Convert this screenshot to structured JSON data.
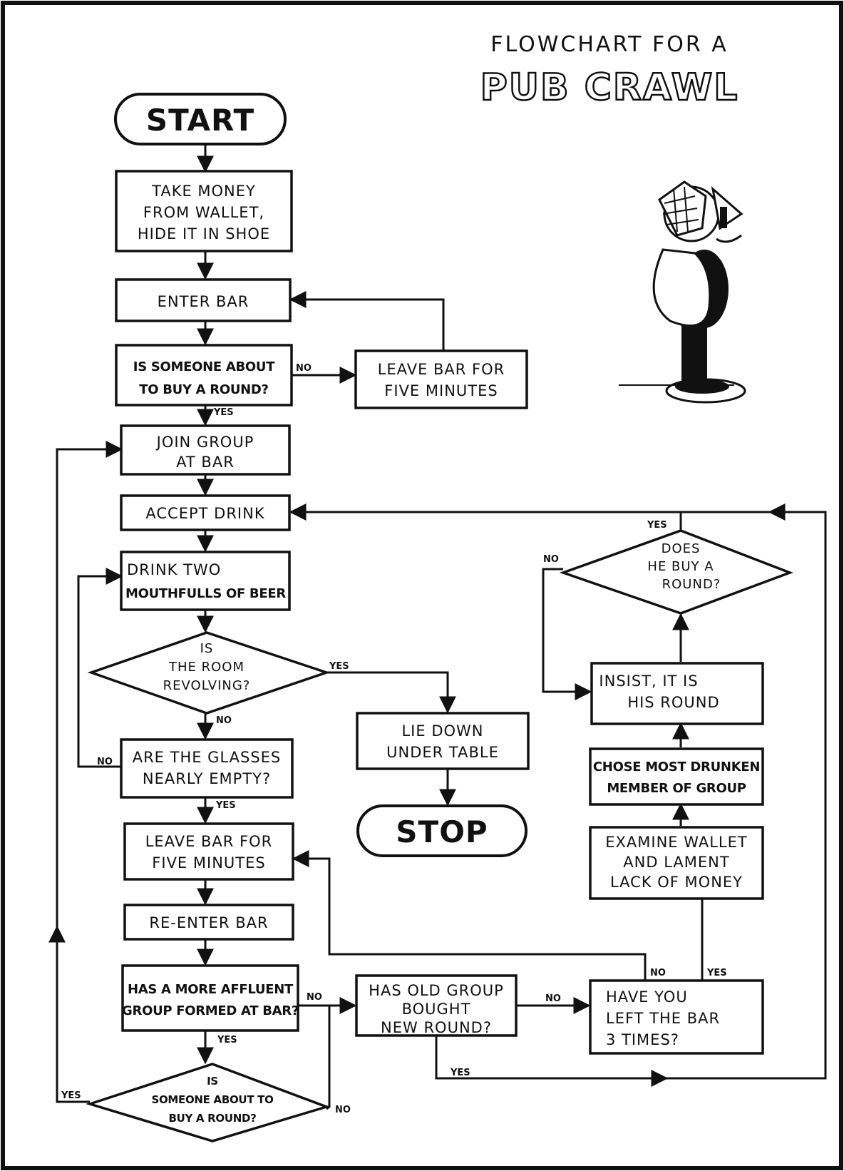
{
  "title": {
    "line1": "FLOWCHART  FOR  A",
    "line2": "PUB CRAWL"
  },
  "nodes": {
    "start": "START",
    "take_money": [
      "TAKE MONEY",
      "FROM WALLET,",
      "HIDE IT IN SHOE"
    ],
    "enter_bar": "ENTER BAR",
    "someone_buy_round": [
      "IS SOMEONE ABOUT",
      "TO BUY A ROUND?"
    ],
    "leave_bar_top": [
      "LEAVE BAR FOR",
      "FIVE MINUTES"
    ],
    "join_group": [
      "JOIN GROUP",
      "AT BAR"
    ],
    "accept_drink": "ACCEPT DRINK",
    "drink_two": [
      "DRINK TWO",
      "MOUTHFULLS OF BEER"
    ],
    "room_revolving": [
      "IS",
      "THE ROOM",
      "REVOLVING?"
    ],
    "lie_down": [
      "LIE DOWN",
      "UNDER TABLE"
    ],
    "stop": "STOP",
    "glasses_empty": [
      "ARE THE GLASSES",
      "NEARLY EMPTY?"
    ],
    "leave_bar_mid": [
      "LEAVE BAR FOR",
      "FIVE MINUTES"
    ],
    "re_enter": "RE-ENTER BAR",
    "affluent_group": [
      "HAS A MORE AFFLUENT",
      "GROUP FORMED AT BAR?"
    ],
    "someone_buy_round_2": [
      "IS",
      "SOMEONE ABOUT TO",
      "BUY A ROUND?"
    ],
    "old_group": [
      "HAS OLD GROUP",
      "BOUGHT",
      "NEW ROUND?"
    ],
    "left_3_times": [
      "HAVE YOU",
      "LEFT THE BAR",
      "3 TIMES?"
    ],
    "examine_wallet": [
      "EXAMINE WALLET",
      "AND LAMENT",
      "LACK OF MONEY"
    ],
    "chose_drunken": [
      "CHOSE MOST DRUNKEN",
      "MEMBER OF GROUP"
    ],
    "insist_round": [
      "INSIST, IT IS",
      "HIS ROUND"
    ],
    "does_he_buy": [
      "DOES",
      "HE BUY A",
      "ROUND?"
    ]
  },
  "labels": {
    "yes": "YES",
    "no": "NO"
  },
  "colors": {
    "ink": "#111111",
    "paper": "#ffffff"
  }
}
